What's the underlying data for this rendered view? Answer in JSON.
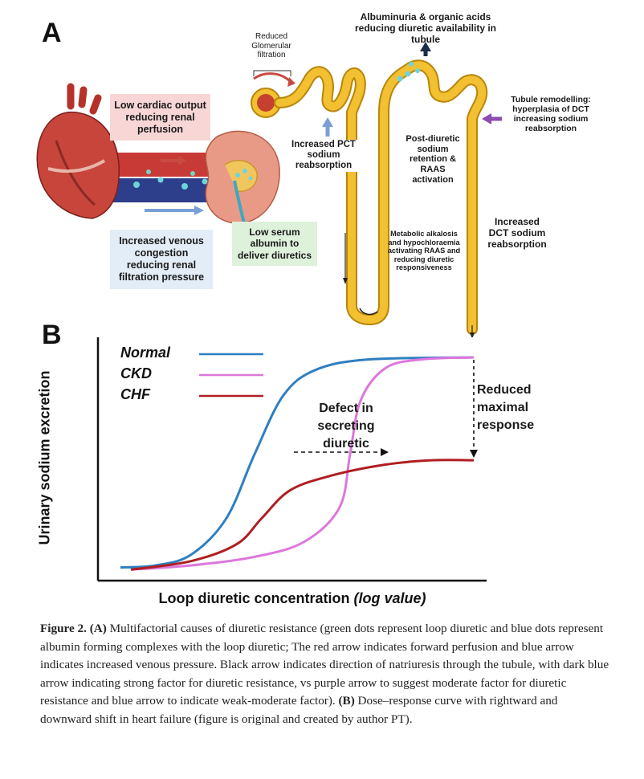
{
  "panel_a": {
    "letter": "A",
    "labels": {
      "reduced_glomerular": [
        "Reduced",
        "Glomerular",
        "filtration"
      ],
      "albuminuria": "Albuminuria & organic acids reducing diuretic availability in tubule",
      "tubule_remodelling": "Tubule remodelling: hyperplasia of DCT increasing sodium reabsorption",
      "low_cardiac_output": "Low cardiac output reducing renal perfusion",
      "increased_pct": "Increased PCT sodium reabsorption",
      "post_diuretic": "Post-diuretic sodium retention & RAAS activation",
      "increased_dct": "Increased DCT sodium reabsorption",
      "increased_venous": "Increased venous congestion reducing renal filtration pressure",
      "low_serum_albumin": "Low serum albumin to deliver diuretics",
      "metabolic_alkalosis": "Metabolic alkalosis and hypochloraemia activating RAAS and reducing diuretic responsiveness"
    }
  },
  "panel_b": {
    "letter": "B",
    "defect_label": [
      "Defect in",
      "secreting",
      "diuretic"
    ],
    "reduced_label": [
      "Reduced",
      "maximal",
      "response"
    ]
  },
  "chart_data": {
    "type": "line",
    "xlabel": "Loop diuretic concentration (log value)",
    "ylabel": "Urinary sodium excretion",
    "grid": false,
    "legend_position": "top-left",
    "series": [
      {
        "name": "Normal",
        "color": "#2f7fc1",
        "points": [
          [
            0.0,
            0.02
          ],
          [
            0.1,
            0.03
          ],
          [
            0.2,
            0.08
          ],
          [
            0.3,
            0.25
          ],
          [
            0.38,
            0.55
          ],
          [
            0.46,
            0.82
          ],
          [
            0.55,
            0.94
          ],
          [
            0.7,
            0.99
          ],
          [
            1.0,
            1.0
          ]
        ]
      },
      {
        "name": "CKD",
        "color": "#dd77dd",
        "points": [
          [
            0.03,
            0.01
          ],
          [
            0.2,
            0.03
          ],
          [
            0.38,
            0.07
          ],
          [
            0.52,
            0.14
          ],
          [
            0.62,
            0.3
          ],
          [
            0.65,
            0.55
          ],
          [
            0.68,
            0.8
          ],
          [
            0.75,
            0.95
          ],
          [
            0.85,
            0.99
          ],
          [
            1.0,
            1.0
          ]
        ]
      },
      {
        "name": "CHF",
        "color": "#b01e22",
        "points": [
          [
            0.03,
            0.01
          ],
          [
            0.2,
            0.05
          ],
          [
            0.33,
            0.13
          ],
          [
            0.4,
            0.25
          ],
          [
            0.48,
            0.38
          ],
          [
            0.6,
            0.45
          ],
          [
            0.75,
            0.5
          ],
          [
            0.88,
            0.52
          ],
          [
            1.0,
            0.52
          ]
        ]
      }
    ]
  },
  "caption": {
    "figure_label": "Figure 2.",
    "part_a_label": "(A)",
    "part_a_text": " Multifactorial causes of diuretic resistance (green dots represent loop diuretic and blue dots represent albumin forming complexes with the loop diuretic; The red arrow indicates forward perfusion and blue arrow indicates increased venous pressure. Black arrow indicates direction of natriuresis through the tubule, with dark blue arrow indicating strong factor for diuretic resistance, vs purple arrow to suggest moderate factor for diuretic resistance and blue arrow to indicate weak-moderate factor).",
    "part_b_label": "(B)",
    "part_b_text": " Dose–response curve with rightward and downward shift in heart failure (figure is original and created by author PT)."
  },
  "colors": {
    "tubule": "#f2c030",
    "tubule_edge": "#b8860b",
    "pink_box": "#f8d6d6",
    "blue_box": "#e3edf8",
    "green_box": "#def1db",
    "heart": "#c8453c",
    "kidney": "#e99a86",
    "albumin_dots": "#6fd3e0",
    "dark_arrow": "#1a2b4a",
    "purple_arrow": "#8e4bb0",
    "light_blue_arrow": "#7a9fd6",
    "red_arrow": "#c94a42"
  }
}
